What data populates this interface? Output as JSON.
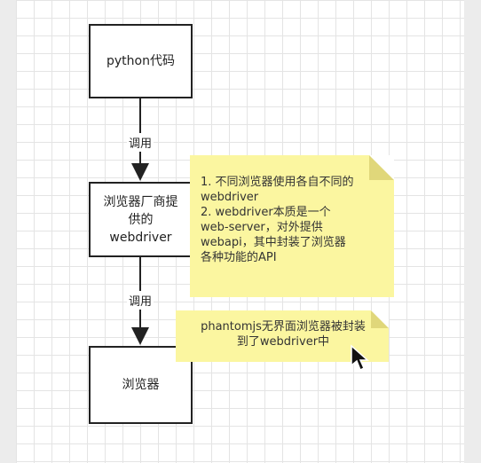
{
  "boxes": {
    "python_code": "python代码",
    "webdriver_line1": "浏览器厂商提",
    "webdriver_line2": "供的",
    "webdriver_line3": "webdriver",
    "browser": "浏览器"
  },
  "arrows": {
    "call_1": "调用",
    "call_2": "调用"
  },
  "notes": {
    "note1": [
      "1. 不同浏览器使用各自不同的",
      "webdriver",
      "2. webdriver本质是一个",
      "web-server，对外提供",
      "webapi，其中封装了浏览器",
      "各种功能的API"
    ],
    "note2": [
      "phantomjs无界面浏览器被封装",
      "到了webdriver中"
    ]
  },
  "colors": {
    "note_fill": "#fbf6a0",
    "box_border": "#222222",
    "grid": "#e4e4e4"
  }
}
